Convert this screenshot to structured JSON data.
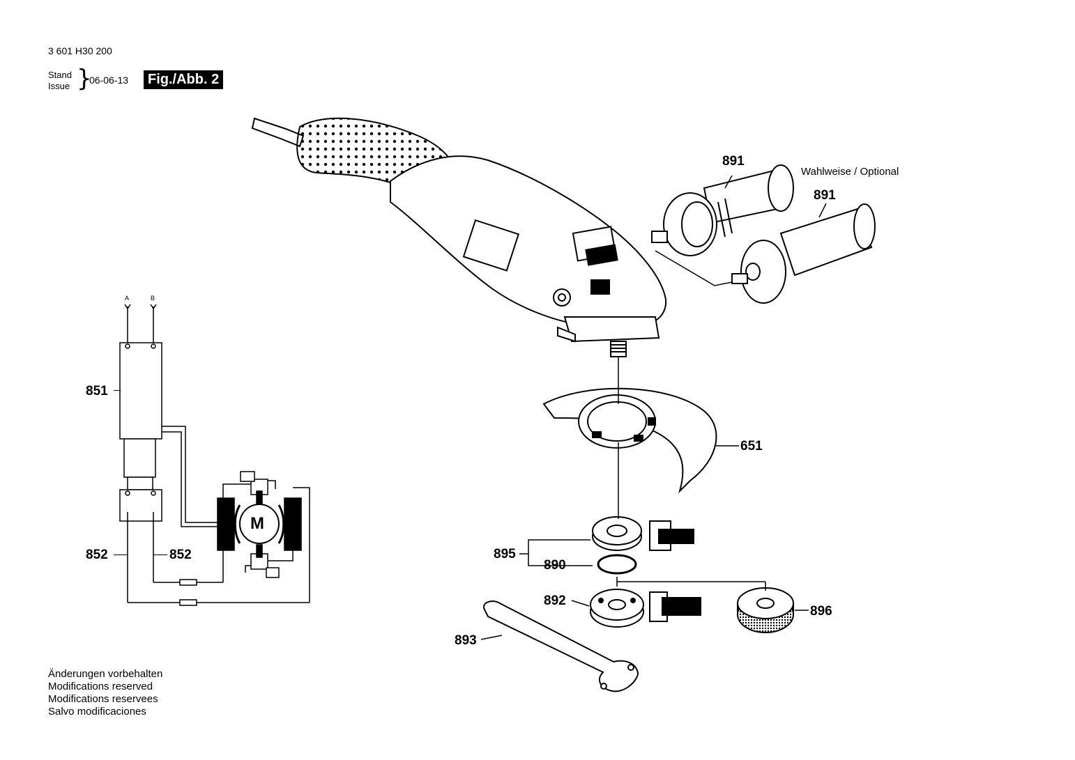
{
  "header": {
    "doc_number": "3 601 H30 200",
    "stand_label": "Stand",
    "issue_label": "Issue",
    "issue_date": "06-06-13",
    "figure_label": "Fig./Abb. 2"
  },
  "optional_note": "Wahlweise / Optional",
  "wiring": {
    "terminal_a": "A",
    "terminal_b": "B",
    "motor_label": "M"
  },
  "callouts": {
    "p891_upper": "891",
    "p891_lower": "891",
    "p651": "651",
    "p851": "851",
    "p852_left": "852",
    "p852_right": "852",
    "p895": "895",
    "p890": "890",
    "p892": "892",
    "p893": "893",
    "p896": "896"
  },
  "footer_notes": [
    "Änderungen vorbehalten",
    "Modifications reserved",
    "Modifications reservees",
    "Salvo modificaciones"
  ]
}
